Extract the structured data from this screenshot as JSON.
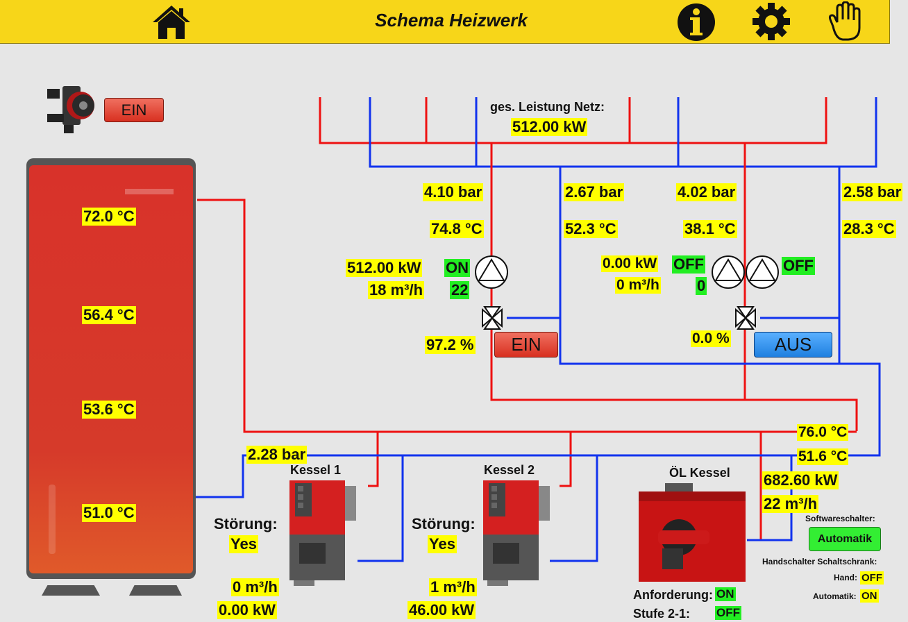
{
  "header": {
    "title": "Schema Heizwerk",
    "icons": [
      "home-icon",
      "info-icon",
      "gear-icon",
      "hand-icon"
    ]
  },
  "tank_pump": {
    "button": "EIN"
  },
  "tank": {
    "temps": [
      "72.0 °C",
      "56.4 °C",
      "53.6 °C",
      "51.0 °C"
    ]
  },
  "network": {
    "label": "ges. Leistung Netz:",
    "power": "512.00 kW"
  },
  "circuit1": {
    "supply_pressure": "4.10 bar",
    "supply_temp": "74.8 °C",
    "return_pressure": "2.67 bar",
    "return_temp": "52.3 °C",
    "power": "512.00 kW",
    "flow": "18 m³/h",
    "pump_state": "ON",
    "pump_speed": "22",
    "valve": "97.2 %",
    "button": "EIN"
  },
  "circuit2": {
    "supply_pressure": "4.02 bar",
    "supply_temp": "38.1 °C",
    "return_pressure": "2.58 bar",
    "return_temp": "28.3 °C",
    "power": "0.00 kW",
    "flow": "0 m³/h",
    "pump1_state": "OFF",
    "pump_speed": "0",
    "pump2_state": "OFF",
    "valve": "0.0 %",
    "button": "AUS"
  },
  "main": {
    "return_pressure": "2.28 bar",
    "supply_temp": "76.0 °C",
    "return_temp": "51.6 °C",
    "power": "682.60 kW",
    "flow": "22 m³/h"
  },
  "kessel1": {
    "name": "Kessel 1",
    "fault_label": "Störung:",
    "fault": "Yes",
    "flow": "0 m³/h",
    "power": "0.00 kW"
  },
  "kessel2": {
    "name": "Kessel 2",
    "fault_label": "Störung:",
    "fault": "Yes",
    "flow": "1 m³/h",
    "power": "46.00 kW"
  },
  "oil": {
    "name": "ÖL Kessel",
    "request_label": "Anforderung:",
    "request": "ON",
    "stage_label": "Stufe 2-1:",
    "stage": "OFF"
  },
  "switches": {
    "software_label": "Softwareschalter:",
    "software_button": "Automatik",
    "cabinet_label": "Handschalter Schaltschrank:",
    "hand_label": "Hand:",
    "hand": "OFF",
    "auto_label": "Automatik:",
    "auto": "ON"
  },
  "colors": {
    "header": "#f7d619",
    "supply": "#ee1111",
    "return": "#1133ee",
    "tank": "#d8322a",
    "value_bg": "#ffff00",
    "status_bg": "#22ee22"
  }
}
